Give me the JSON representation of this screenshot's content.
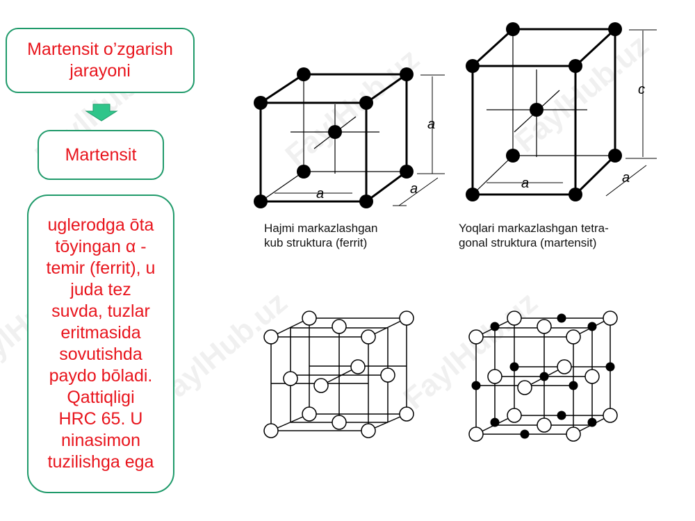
{
  "title_box": {
    "line1": "Martensit o’zgarish",
    "line2": "jarayoni"
  },
  "phase_box": {
    "label": "Martensit"
  },
  "description_lines": [
    "uglerodga ōta",
    "tōyingan α -",
    "temir (ferrit), u",
    "juda tez",
    "suvda, tuzlar",
    "eritmasida",
    "sovutishda",
    "paydo bōladi.",
    "Qattiqligi",
    "HRC 65. U",
    "ninasimon",
    "tuzilishga ega"
  ],
  "bcc": {
    "caption_line1": "Hajmi markazlashgan",
    "caption_line2": "kub struktura (ferrit)",
    "dim_labels": {
      "height": "a",
      "width": "a",
      "depth": "a"
    }
  },
  "bct": {
    "caption_line1": "Yoqlari markazlashgan tetra-",
    "caption_line2": "gonal struktura (martensit)",
    "dim_labels": {
      "height": "c",
      "width": "a",
      "depth": "a"
    }
  },
  "watermark": "FaylHub.uz",
  "colors": {
    "border": "#1f9a6a",
    "text_red": "#e8141c",
    "arrow_green": "#2fc58a"
  }
}
